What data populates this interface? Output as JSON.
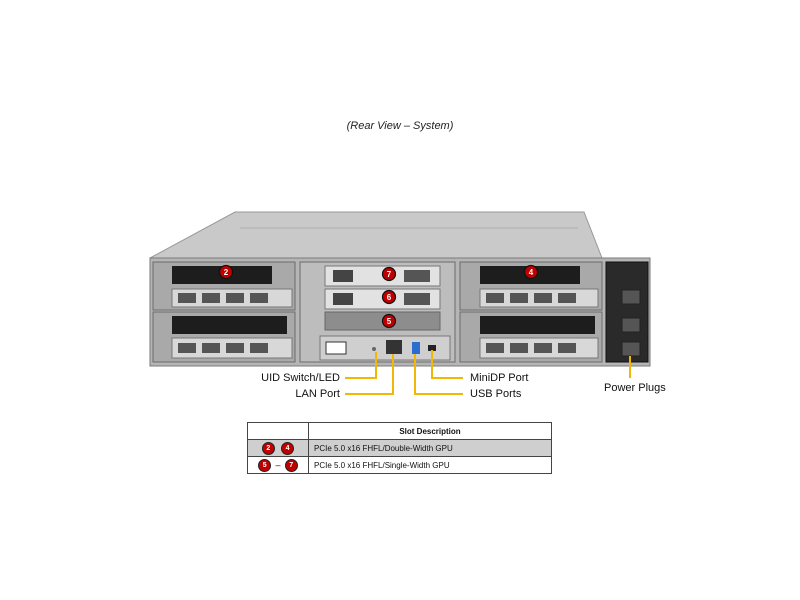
{
  "caption": "(Rear View – System)",
  "callouts": {
    "uid": "UID Switch/LED",
    "lan": "LAN Port",
    "minidp": "MiniDP Port",
    "usb": "USB Ports",
    "power": "Power Plugs"
  },
  "slot_badges": [
    "2",
    "4",
    "6",
    "7",
    "5"
  ],
  "table": {
    "header": "Slot Description",
    "rows": [
      {
        "badges": [
          "2",
          "4"
        ],
        "joiner": "",
        "description": "PCIe 5.0 x16 FHFL/Double-Width GPU"
      },
      {
        "badges": [
          "5",
          "7"
        ],
        "joiner": "–",
        "description": "PCIe 5.0 x16 FHFL/Single-Width GPU"
      }
    ]
  },
  "colors": {
    "accent_line": "#f2b705",
    "badge_red": "#c00000",
    "chassis": "#b8b8b8"
  }
}
